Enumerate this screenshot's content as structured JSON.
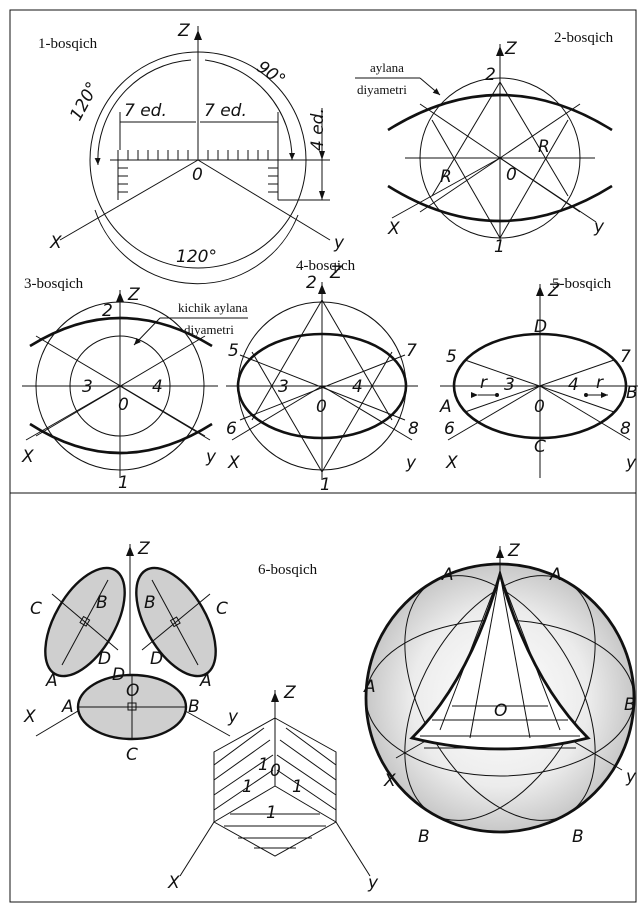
{
  "panels": {
    "p1": {
      "title": "1-bosqich",
      "z": "Z",
      "x": "X",
      "y": "y",
      "o": "0",
      "angle_top": "90°",
      "angle_left": "120°",
      "angle_bottom": "120°",
      "unit_left": "7 ed.",
      "unit_right": "7 ed.",
      "unit_vert": "4 ed."
    },
    "p2": {
      "title": "2-bosqich",
      "z": "Z",
      "x": "X",
      "y": "y",
      "o": "0",
      "p2": "2",
      "p1": "1",
      "r_left": "R",
      "r_right": "R",
      "note_line1": "aylana",
      "note_line2": "diyametri"
    },
    "p3": {
      "title": "3-bosqich",
      "z": "Z",
      "x": "X",
      "y": "y",
      "o": "0",
      "p1": "1",
      "p2": "2",
      "p3": "3",
      "p4": "4",
      "note_line1": "kichik aylana",
      "note_line2": "diyametri"
    },
    "p4": {
      "title": "4-bosqich",
      "z": "Z",
      "x": "X",
      "y": "y",
      "o": "0",
      "p1": "1",
      "p2": "2",
      "p3": "3",
      "p4": "4",
      "p5": "5",
      "p6": "6",
      "p7": "7",
      "p8": "8"
    },
    "p5": {
      "title": "5-bosqich",
      "z": "Z",
      "x": "X",
      "y": "y",
      "o": "0",
      "a": "A",
      "b": "B",
      "c": "C",
      "d": "D",
      "p3": "3",
      "p4": "4",
      "p5": "5",
      "p6": "6",
      "p7": "7",
      "p8": "8",
      "r_left": "r",
      "r_right": "r"
    },
    "p6": {
      "title": "6-bosqich",
      "left": {
        "z": "Z",
        "x": "X",
        "y": "y",
        "o": "O",
        "b1": "B",
        "c1": "C",
        "d1": "D",
        "a1": "A",
        "b2": "B",
        "c2": "C",
        "d2": "D",
        "a2": "A",
        "a3": "A",
        "b3": "B",
        "c3": "C",
        "d3": "D"
      },
      "cube": {
        "z": "Z",
        "x": "X",
        "y": "y",
        "o": "0",
        "one_a": "1",
        "one_b": "1",
        "one_c": "1",
        "one_d": "1"
      },
      "sphere": {
        "z": "Z",
        "x": "X",
        "y": "y",
        "o": "O",
        "a_top_left": "A",
        "a_top_right": "A",
        "a_left": "A",
        "b_right": "B",
        "b_bottom_left": "B",
        "b_bottom_right": "B"
      }
    }
  },
  "colors": {
    "stroke": "#111111",
    "fill_gray": "#cfcfcf",
    "sphere_gray": "#d9d9d9"
  }
}
